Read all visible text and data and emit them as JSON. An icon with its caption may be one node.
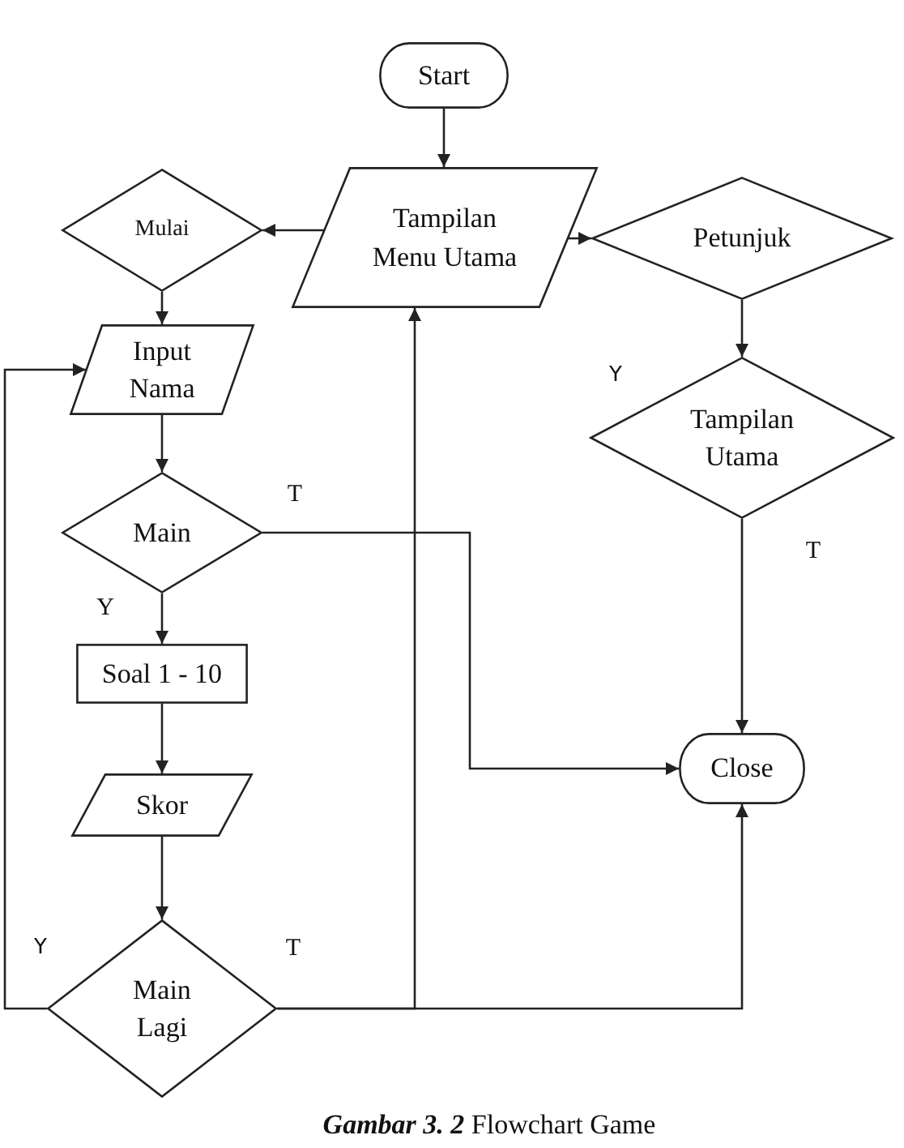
{
  "diagram": {
    "caption": "**Gambar 3. 2** Flowchart Game",
    "nodes": [
      {
        "text": [
          "Start"
        ]
      },
      {
        "text": [
          "Tampilan Menu Utama"
        ]
      },
      {
        "text": [
          "Mulai"
        ]
      },
      {
        "text": [
          "Petunjuk"
        ]
      },
      {
        "text": [
          "Input Nama"
        ]
      },
      {
        "text": [
          "Tampilan Utama"
        ]
      },
      {
        "text": [
          "Main"
        ]
      },
      {
        "text": [
          "Soal 1 - 10"
        ]
      },
      {
        "text": [
          "Skor"
        ]
      },
      {
        "text": [
          "Main Lagi"
        ]
      },
      {
        "text": [
          "Close"
        ]
      }
    ],
    "edges": [
      {
        "from": 0,
        "to": 1,
        "arrow": "to"
      },
      {
        "from": 1,
        "to": 2,
        "arrow": "to"
      },
      {
        "from": 1,
        "to": 3,
        "arrow": "to"
      },
      {
        "from": 3,
        "to": 5,
        "arrow": "to"
      },
      {
        "from": 2,
        "to": 4,
        "arrow": "to"
      },
      {
        "from": 4,
        "to": 6,
        "arrow": "to"
      },
      {
        "from": 6,
        "to": 7,
        "arrow": "to",
        "label": "Y"
      },
      {
        "from": 6,
        "to": 10,
        "arrow": "to",
        "label": "T"
      },
      {
        "from": 7,
        "to": 8,
        "arrow": "to"
      },
      {
        "from": 8,
        "to": 9,
        "arrow": "to"
      },
      {
        "from": 9,
        "to": 4,
        "arrow": "to",
        "label": "Y"
      },
      {
        "from": 9,
        "to": 10,
        "arrow": "to",
        "label": "T"
      },
      {
        "from": 9,
        "to": 1,
        "arrow": "to"
      },
      {
        "from": 5,
        "to": 10,
        "arrow": "to",
        "label": "T"
      }
    ],
    "labels": [
      "Y"
    ]
  }
}
